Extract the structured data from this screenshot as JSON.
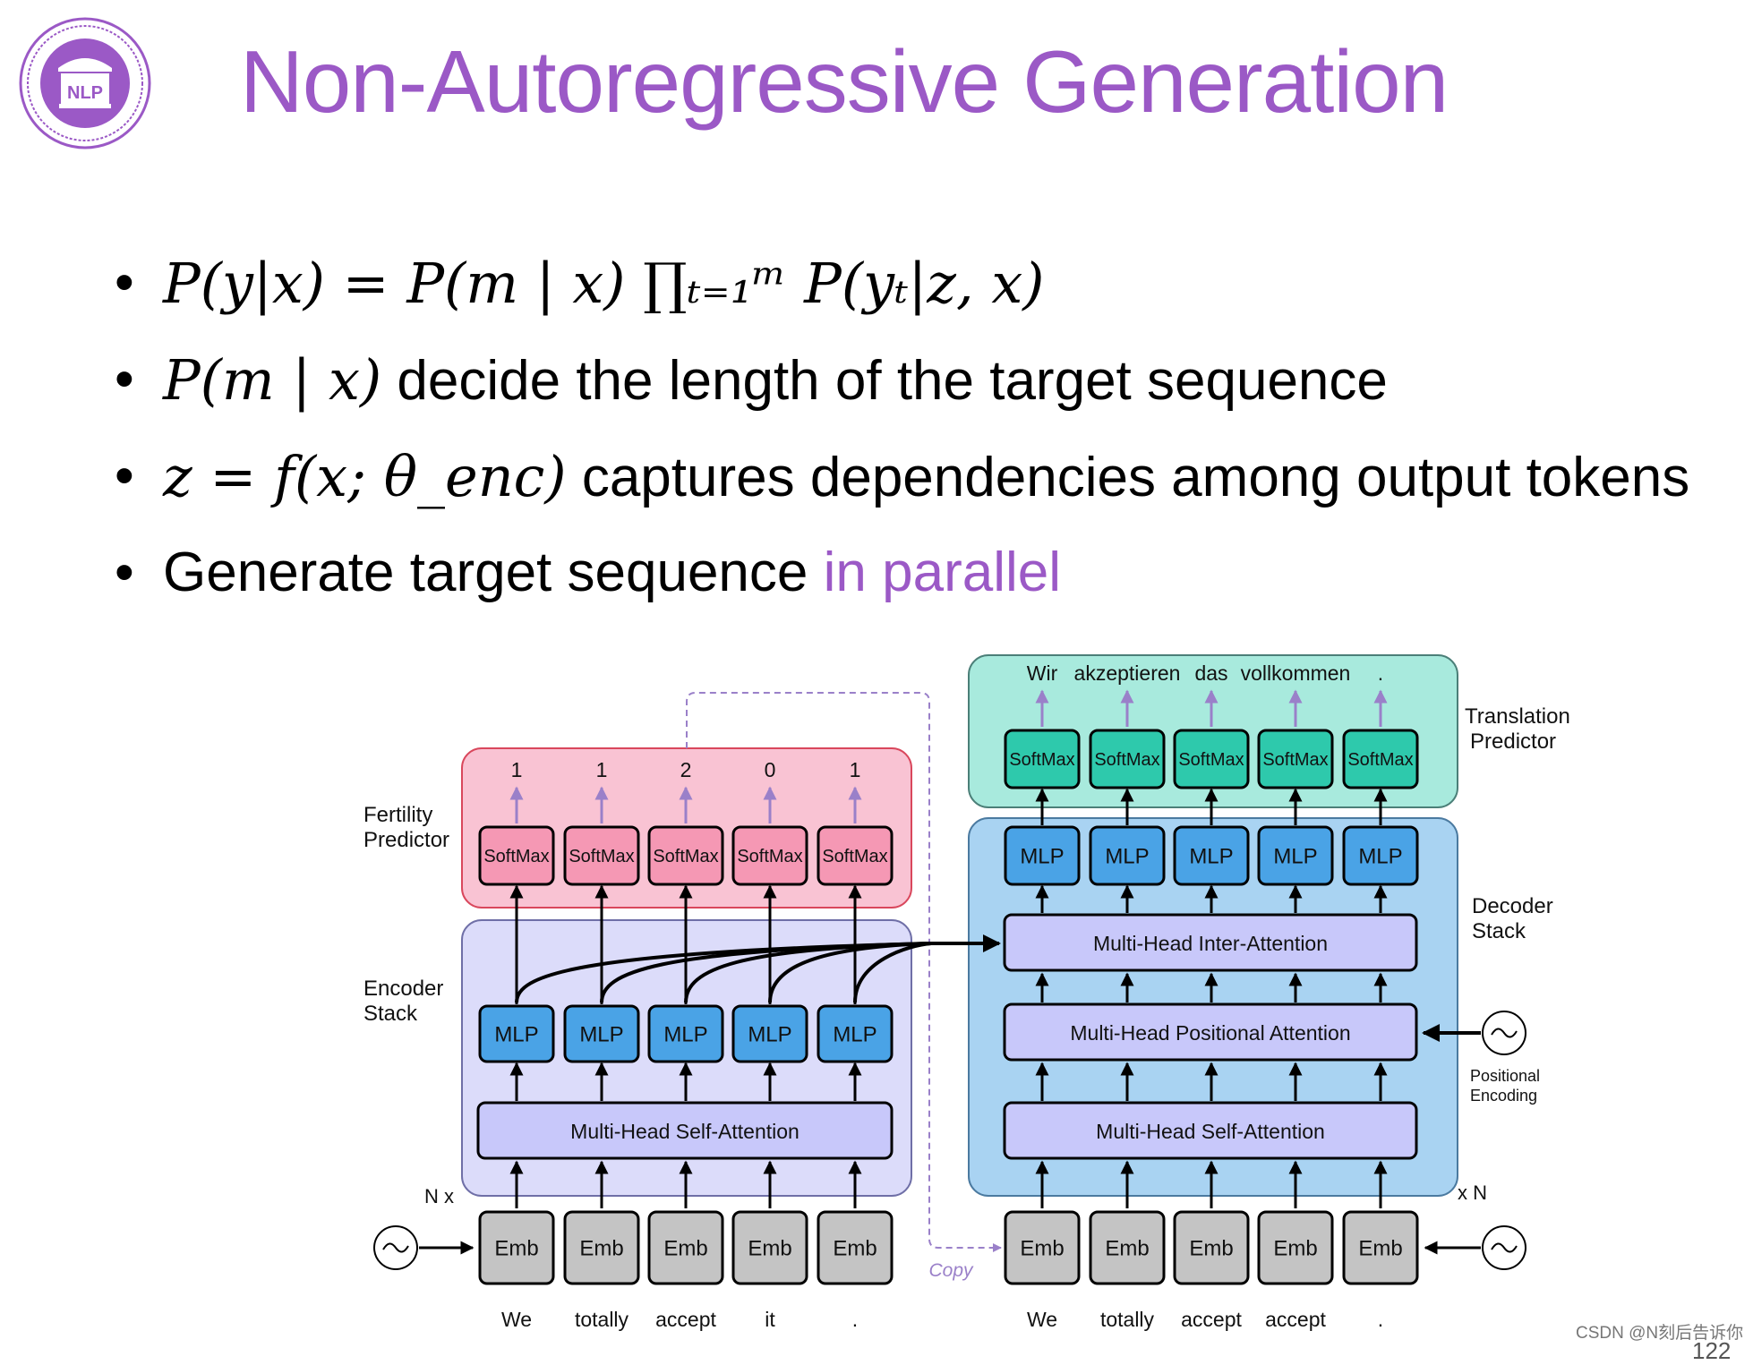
{
  "title": "Non-Autoregressive Generation",
  "logo": {
    "text": "NLP",
    "icon": "university-seal"
  },
  "bullets": [
    {
      "formula": "P(y|x) = P(m | x) ∏ₜ₌₁ᵐ P(yₜ|z, x)",
      "text": ""
    },
    {
      "formula": "P(m | x)",
      "text": "decide the length of the target sequence"
    },
    {
      "formula": "z = f(x; θ_enc)",
      "text": "captures dependencies among output tokens"
    },
    {
      "formula": "",
      "text": "Generate target sequence ",
      "highlight": "in parallel"
    }
  ],
  "diagram": {
    "fertility_label": [
      "Fertility",
      "Predictor"
    ],
    "encoder_label": [
      "Encoder",
      "Stack"
    ],
    "translation_label": [
      "Translation",
      "Predictor"
    ],
    "decoder_label": [
      "Decoder",
      "Stack"
    ],
    "positional_label": [
      "Positional",
      "Encoding"
    ],
    "nx_left": "N x",
    "nx_right": "x N",
    "copy_label": "Copy",
    "fertility_values": [
      "1",
      "1",
      "2",
      "0",
      "1"
    ],
    "softmax": "SoftMax",
    "mlp": "MLP",
    "emb": "Emb",
    "enc_attention": "Multi-Head Self-Attention",
    "dec_inter": "Multi-Head Inter-Attention",
    "dec_positional": "Multi-Head Positional Attention",
    "dec_self": "Multi-Head Self-Attention",
    "source_words": [
      "We",
      "totally",
      "accept",
      "it",
      "."
    ],
    "target_inputs": [
      "We",
      "totally",
      "accept",
      "accept",
      "."
    ],
    "output_words": [
      "Wir",
      "akzeptieren",
      "das",
      "vollkommen",
      "."
    ],
    "colors": {
      "fertility_bg": "#f9c3d3",
      "softmax_pink": "#f598b4",
      "encoder_bg": "#dcdcfa",
      "mlp_blue": "#4aa3e6",
      "attention_bg": "#c8c8fa",
      "decoder_bg": "#a9d3f2",
      "translation_bg": "#a8eadd",
      "softmax_teal": "#2ec9ac",
      "emb_gray": "#c4c4c4",
      "arrow_purple": "#9a80c9"
    }
  },
  "watermark": "CSDN @N刻后告诉你",
  "page_number": "122"
}
